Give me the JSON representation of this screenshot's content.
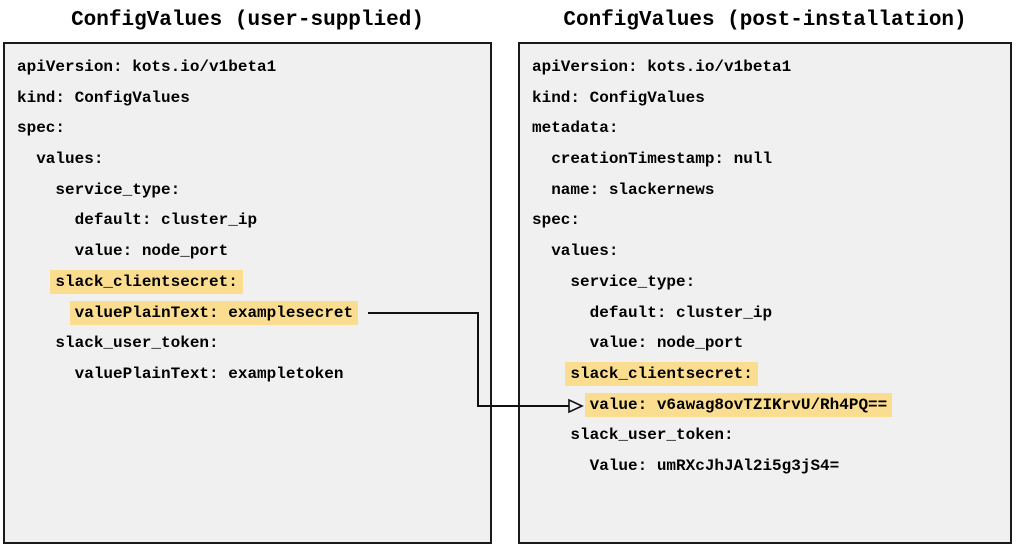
{
  "diagram": {
    "left_panel": {
      "title": "ConfigValues (user-supplied)",
      "lines": [
        {
          "text": "apiVersion: kots.io/v1beta1",
          "indent": 0,
          "highlight": false
        },
        {
          "text": "kind: ConfigValues",
          "indent": 0,
          "highlight": false
        },
        {
          "text": "spec:",
          "indent": 0,
          "highlight": false
        },
        {
          "text": "values:",
          "indent": 2,
          "highlight": false
        },
        {
          "text": "service_type:",
          "indent": 4,
          "highlight": false
        },
        {
          "text": "default: cluster_ip",
          "indent": 6,
          "highlight": false
        },
        {
          "text": "value: node_port",
          "indent": 6,
          "highlight": false
        },
        {
          "text": "slack_clientsecret:",
          "indent": 4,
          "highlight": true
        },
        {
          "text": "valuePlainText: examplesecret",
          "indent": 6,
          "highlight": true
        },
        {
          "text": "slack_user_token:",
          "indent": 4,
          "highlight": false
        },
        {
          "text": "valuePlainText: exampletoken",
          "indent": 6,
          "highlight": false
        }
      ]
    },
    "right_panel": {
      "title": "ConfigValues (post-installation)",
      "lines": [
        {
          "text": "apiVersion: kots.io/v1beta1",
          "indent": 0,
          "highlight": false
        },
        {
          "text": "kind: ConfigValues",
          "indent": 0,
          "highlight": false
        },
        {
          "text": "metadata:",
          "indent": 0,
          "highlight": false
        },
        {
          "text": "creationTimestamp: null",
          "indent": 2,
          "highlight": false
        },
        {
          "text": "name: slackernews",
          "indent": 2,
          "highlight": false
        },
        {
          "text": "spec:",
          "indent": 0,
          "highlight": false
        },
        {
          "text": "values:",
          "indent": 2,
          "highlight": false
        },
        {
          "text": "service_type:",
          "indent": 4,
          "highlight": false
        },
        {
          "text": "default: cluster_ip",
          "indent": 6,
          "highlight": false
        },
        {
          "text": "value: node_port",
          "indent": 6,
          "highlight": false
        },
        {
          "text": "slack_clientsecret:",
          "indent": 4,
          "highlight": true
        },
        {
          "text": "value: v6awag8ovTZIKrvU/Rh4PQ==",
          "indent": 6,
          "highlight": true
        },
        {
          "text": "slack_user_token:",
          "indent": 4,
          "highlight": false
        },
        {
          "text": "Value: umRXcJhJAl2i5g3jS4=",
          "indent": 6,
          "highlight": false
        }
      ]
    },
    "arrow": {
      "from": "valuePlainText: examplesecret",
      "to": "value: v6awag8ovTZIKrvU/Rh4PQ=="
    }
  },
  "colors": {
    "highlight": "#fbdd90",
    "panel_background": "#f0f0f0",
    "panel_border": "#1a1a1a",
    "arrow_color": "#111111",
    "text_color": "#000000"
  }
}
